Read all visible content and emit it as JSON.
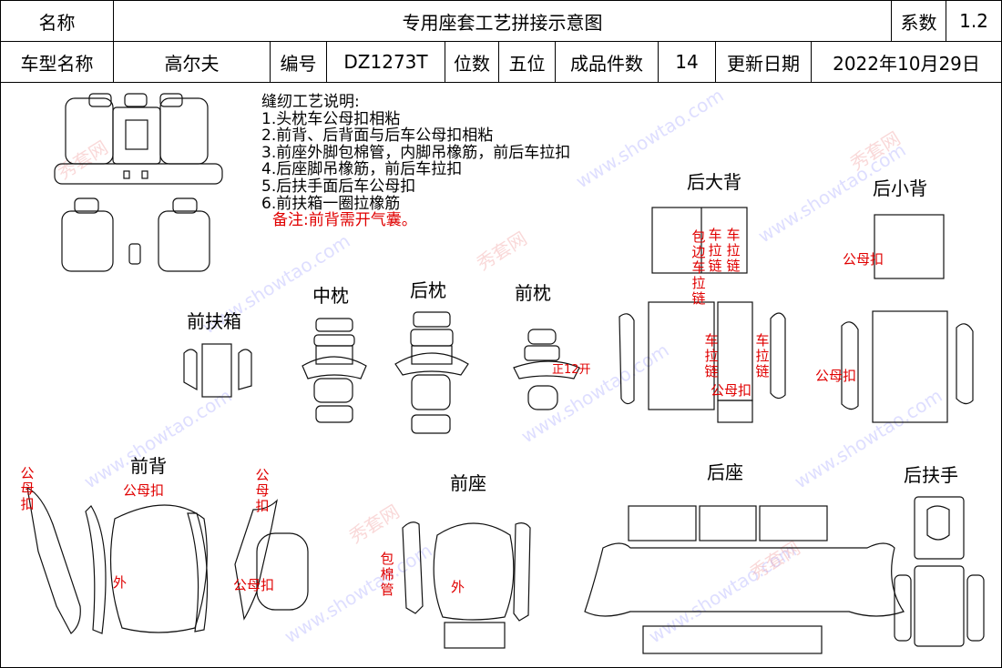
{
  "header": {
    "name_label": "名称",
    "title": "专用座套工艺拼接示意图",
    "coef_label": "系数",
    "coef_value": "1.2",
    "model_label": "车型名称",
    "model_value": "高尔夫",
    "code_label": "编号",
    "code_value": "DZ1273T",
    "seats_label": "位数",
    "seats_value": "五位",
    "pieces_label": "成品件数",
    "pieces_value": "14",
    "date_label": "更新日期",
    "date_value": "2022年10月29日"
  },
  "notes": {
    "heading": "缝纫工艺说明:",
    "lines": [
      "1.头枕车公母扣相粘",
      "2.前背、后背面与后车公母扣相粘",
      "3.前座外脚包棉管，内脚吊橡筋，前后车拉扣",
      "4.后座脚吊橡筋，前后车拉扣",
      "5.后扶手面后车公母扣",
      "6.前扶箱一圈拉橡筋"
    ],
    "remark": "备注:前背需开气囊。"
  },
  "sections": {
    "front_armbox": "前扶箱",
    "middle_pillow": "中枕",
    "rear_pillow": "后枕",
    "front_pillow": "前枕",
    "rear_big_back": "后大背",
    "rear_small_back": "后小背",
    "front_back": "前背",
    "front_seat": "前座",
    "rear_seat": "后座",
    "rear_armrest": "后扶手"
  },
  "annotations": {
    "front_pillow_note": "正12开",
    "rbb_edge_zip": "包边车拉链",
    "rbb_zip_a": "车拉链",
    "rbb_zip_b": "车拉链",
    "rbb_zip_c": "车拉链",
    "rbb_zip_d": "车拉链",
    "rbb_snap": "公母扣",
    "rsb_snap_top": "公母扣",
    "rsb_snap_side": "公母扣",
    "fb_snap_left": "公母扣",
    "fb_snap_top": "公母扣",
    "fb_snap_right": "公母扣",
    "fb_snap_right2": "公母扣",
    "fb_outer": "外",
    "fs_foam_tube": "包棉管",
    "fs_outer": "外"
  },
  "watermark": {
    "site": "www.showtao.com",
    "brand": "秀套网"
  },
  "colors": {
    "annotation_red": "#e00000",
    "watermark_blue": "#b7b7ff",
    "line": "#111111"
  }
}
